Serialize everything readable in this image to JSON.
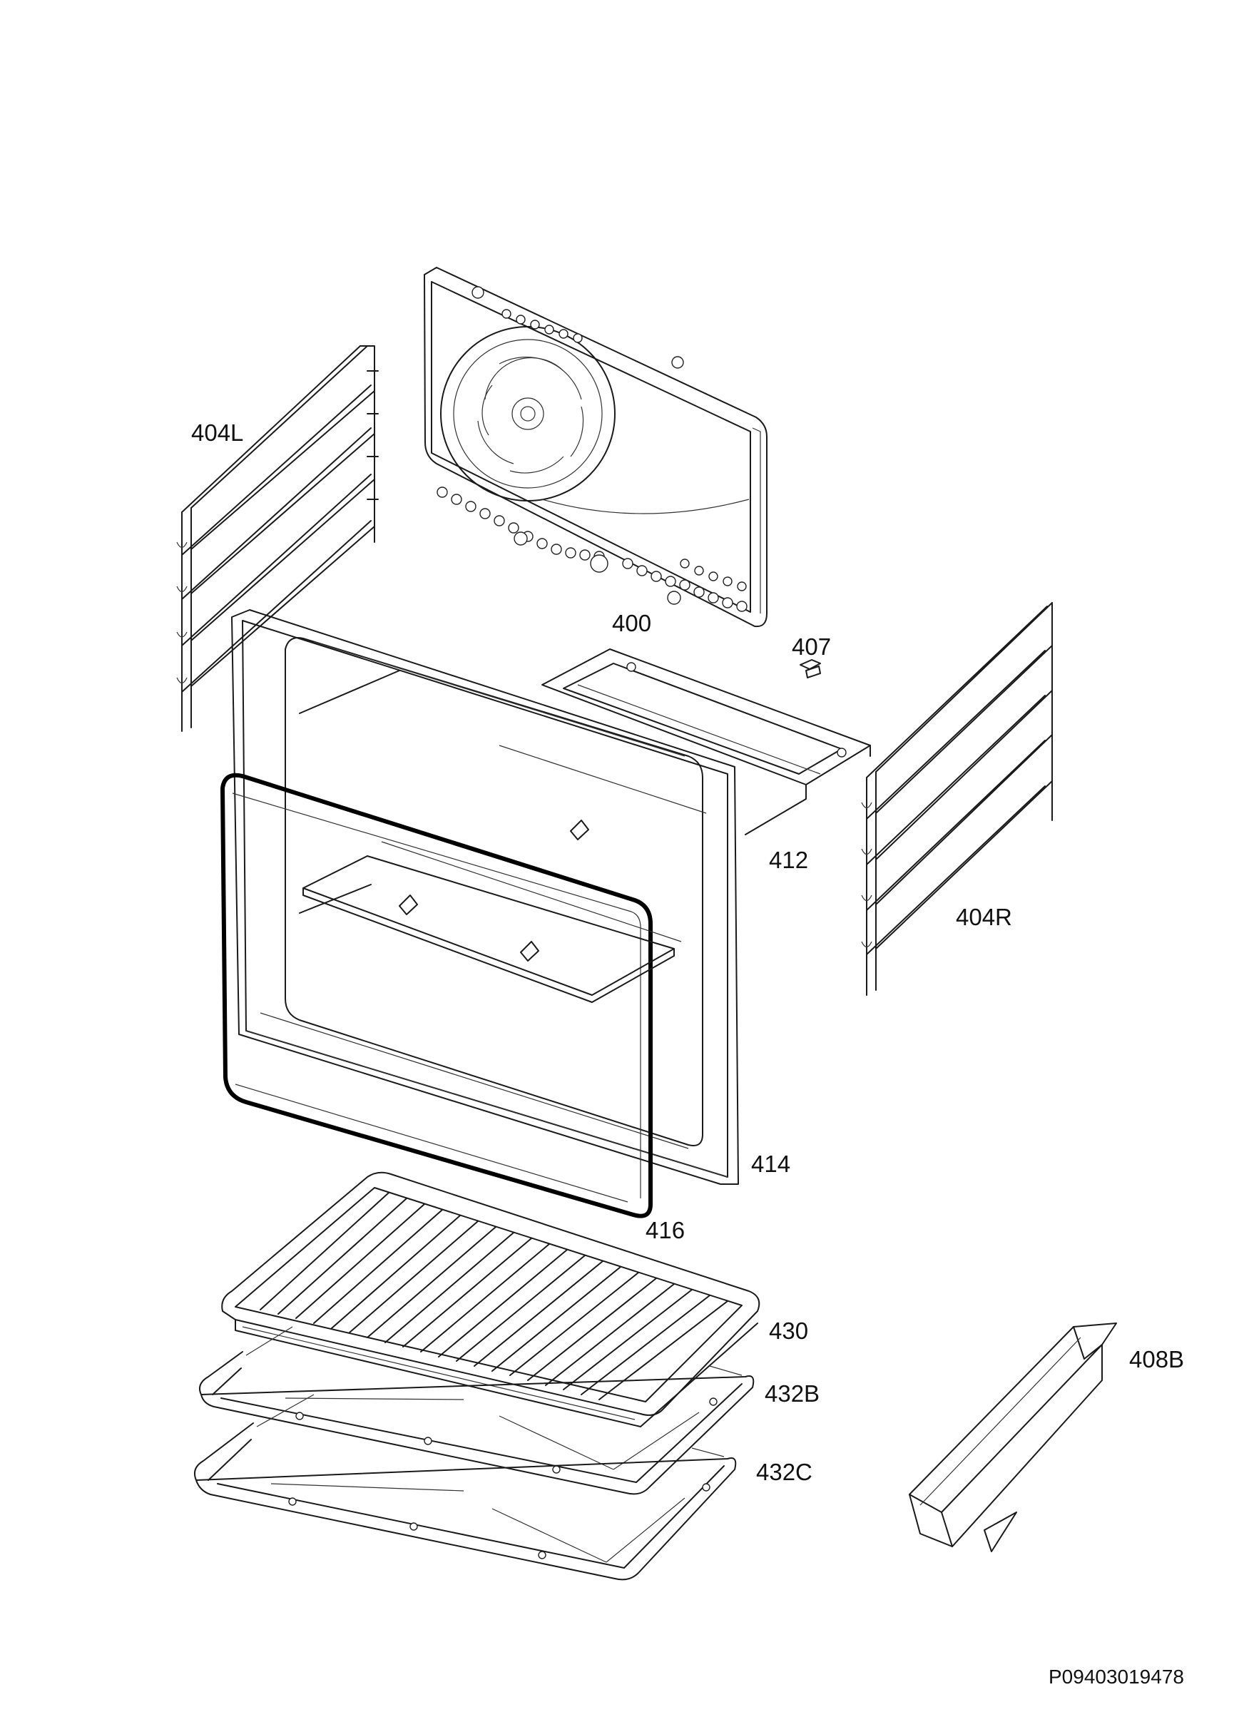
{
  "parts": [
    {
      "id": "back_panel",
      "label": "400"
    },
    {
      "id": "left_rack",
      "label": "404L"
    },
    {
      "id": "screw",
      "label": "407"
    },
    {
      "id": "top_plate",
      "label": "412"
    },
    {
      "id": "right_rack",
      "label": "404R"
    },
    {
      "id": "cavity_frame",
      "label": "414"
    },
    {
      "id": "door_seal",
      "label": "416"
    },
    {
      "id": "grill_rack",
      "label": "430"
    },
    {
      "id": "tray_b",
      "label": "432B"
    },
    {
      "id": "tray_c",
      "label": "432C"
    },
    {
      "id": "drawer_tray",
      "label": "408B"
    }
  ],
  "drawing_code": "P09403019478"
}
